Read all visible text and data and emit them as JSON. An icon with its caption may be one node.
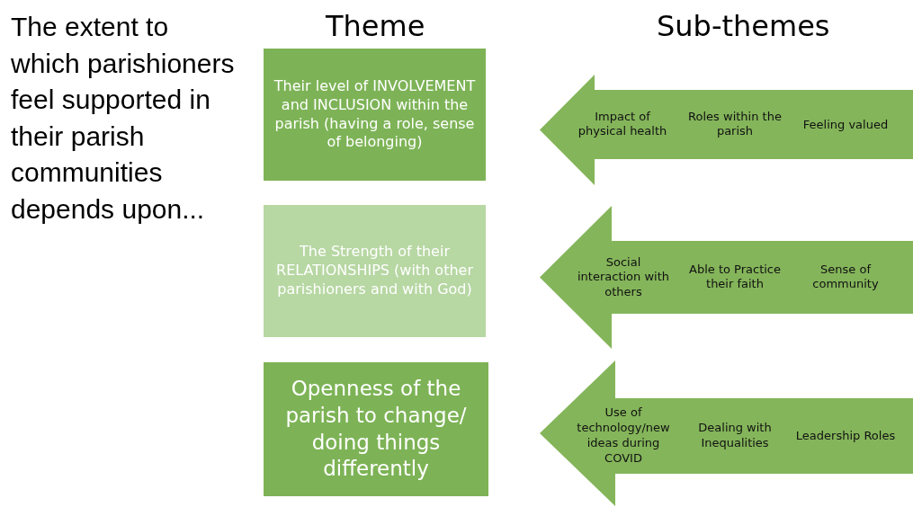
{
  "diagram": {
    "nodes": [
      {
        "text": [
          "Their level of  INVOLVEMENT and INCLUSION within the parish (having a role, sense of belonging)"
        ]
      },
      {
        "text": [
          "The Strength of their RELATIONSHIPS (with other parishioners and with God)"
        ]
      },
      {
        "text": [
          "Openness of the parish to change/ doing things differently"
        ]
      },
      {
        "text": [
          "Impact of physical health",
          "Roles within the parish",
          "Feeling valued"
        ]
      },
      {
        "text": [
          "Social interaction with others",
          "Able to Practice their faith",
          "Sense of community"
        ]
      },
      {
        "text": [
          "Use of technology/new ideas during COVID",
          "Dealing with Inequalities",
          "Leadership Roles"
        ]
      }
    ],
    "labels": [
      "The extent to which parishioners feel supported in their parish communities depends upon...",
      "Theme",
      "Sub-themes"
    ]
  }
}
